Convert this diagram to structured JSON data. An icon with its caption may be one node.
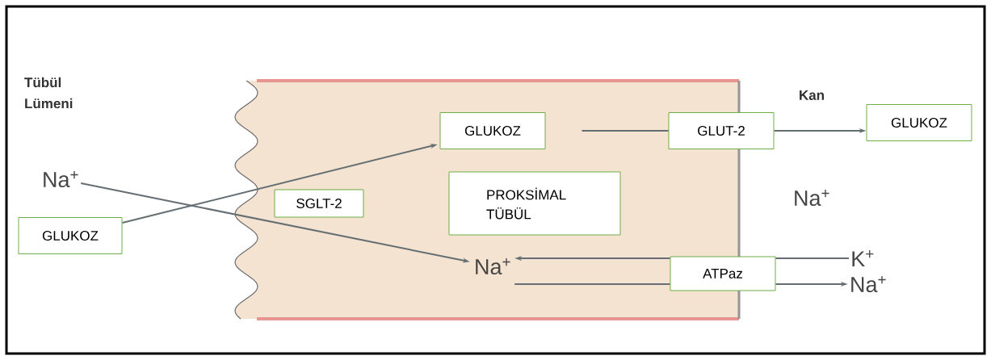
{
  "diagram": {
    "nodes": [
      {
        "text": [
          "Na$^{+}$"
        ]
      },
      {
        "text": [
          "GLUKOZ"
        ]
      },
      {
        "text": [
          "SGLT-2"
        ]
      },
      {
        "text": [
          "GLUKOZ"
        ]
      },
      {
        "text": [
          "PROKSİMAL TÜBÜL"
        ]
      },
      {
        "text": [
          "GLUT-2"
        ]
      },
      {
        "text": [
          "GLUKOZ"
        ]
      },
      {
        "text": [
          "Na$^{+}$"
        ]
      },
      {
        "text": [
          "ATPaz"
        ]
      },
      {
        "text": [
          "K$^{+}$"
        ]
      },
      {
        "text": [
          "Na$^{+}$"
        ]
      }
    ],
    "edges": [
      {
        "from": 0,
        "to": 7,
        "arrow": "to"
      },
      {
        "from": 1,
        "to": 3,
        "arrow": "to"
      },
      {
        "from": 3,
        "to": 5,
        "arrow": "none"
      },
      {
        "from": 5,
        "to": 6,
        "arrow": "to"
      },
      {
        "from": 9,
        "to": 8,
        "arrow": "none"
      },
      {
        "from": 8,
        "to": 7,
        "arrow": "to"
      },
      {
        "from": 7,
        "to": 8,
        "arrow": "none"
      },
      {
        "from": 8,
        "to": 10,
        "arrow": "to"
      }
    ],
    "labels": [
      "Tübül Lümeni",
      "Kan",
      "Na$^{+}$"
    ]
  }
}
